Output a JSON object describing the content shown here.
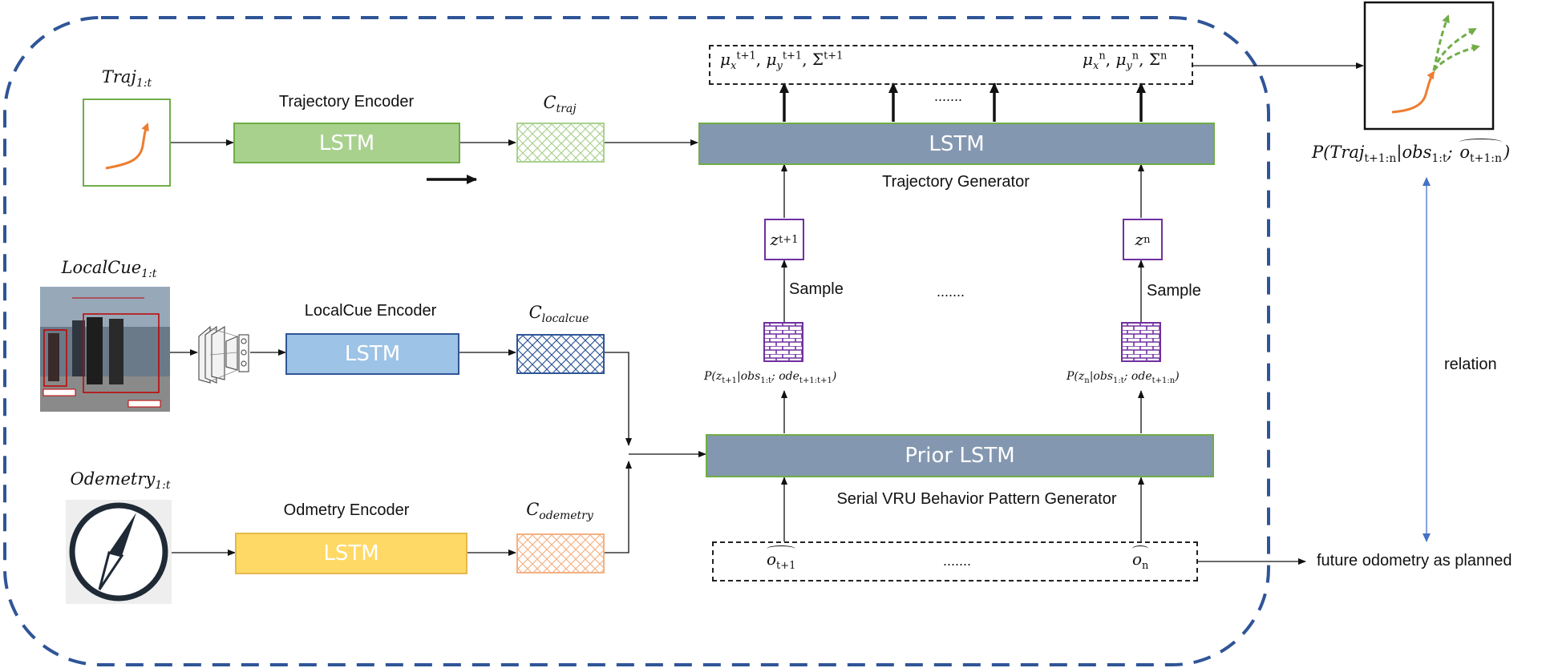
{
  "colors": {
    "frame_dash": "#2f5597",
    "traj_encoder": "#a9d18e",
    "localcue_encoder": "#9dc3e6",
    "odometry_encoder": "#ffd966",
    "generator": "#8497b0",
    "z_border": "#7030a0",
    "traj_curve": "#ed7d31",
    "future_curve": "#70ad47",
    "relation_arrow": "#4472c4"
  },
  "inputs": {
    "traj": {
      "sym": "Traj",
      "sub": "1:t",
      "icon": "trajectory-curve-icon"
    },
    "localcue": {
      "sym": "LocalCue",
      "sub": "1:t",
      "icon": "pedestrian-camera-photo"
    },
    "odometry": {
      "sym": "Odemetry",
      "sub": "1:t",
      "icon": "compass-icon"
    }
  },
  "encoders": {
    "traj": {
      "title": "Trajectory Encoder",
      "label": "LSTM"
    },
    "localcue": {
      "title": "LocalCue Encoder",
      "label": "LSTM"
    },
    "odometry": {
      "title": "Odmetry Encoder",
      "label": "LSTM"
    }
  },
  "contexts": {
    "traj": {
      "sym": "C",
      "sub": "traj"
    },
    "localcue": {
      "sym": "C",
      "sub": "localcue"
    },
    "odometry": {
      "sym": "C",
      "sub": "odemetry"
    }
  },
  "generator": {
    "label": "LSTM",
    "caption": "Trajectory Generator"
  },
  "prior": {
    "label": "Prior LSTM",
    "caption": "Serial VRU Behavior Pattern Generator"
  },
  "outputs": {
    "first": {
      "mu": "μ",
      "sx": "x",
      "sy": "y",
      "sigma": "Σ",
      "sup": "t+1"
    },
    "last": {
      "mu": "μ",
      "sx": "x",
      "sy": "y",
      "sigma": "Σ",
      "sup": "n"
    },
    "ellipsis": "......."
  },
  "latents": {
    "first": {
      "sym": "z",
      "sub": "t+1"
    },
    "last": {
      "sym": "z",
      "sub": "n"
    },
    "sample_label": "Sample",
    "ellipsis": "......."
  },
  "priors": {
    "first": {
      "text": "P(z",
      "zsub": "t+1",
      "mid": "|obs",
      "obssub": "1:t",
      "sep": "; ode",
      "odesub": "t+1:t+1",
      "close": ")"
    },
    "last": {
      "text": "P(z",
      "zsub": "n",
      "mid": "|obs",
      "obssub": "1:t",
      "sep": "; ode",
      "odesub": "t+1:n",
      "close": ")"
    }
  },
  "odometry_future": {
    "first": {
      "sym": "o",
      "sub": "t+1"
    },
    "last": {
      "sym": "o",
      "sub": "n"
    },
    "ellipsis": "......."
  },
  "result": {
    "prob_prefix": "P(Traj",
    "prob_sub1": "t+1:n",
    "prob_mid": "|obs",
    "prob_sub2": "1:t",
    "prob_sep": "; ",
    "prob_o": "o",
    "prob_osub": "t+1:n",
    "prob_close": ")",
    "relation": "relation",
    "future_odometry": "future odometry as planned"
  }
}
